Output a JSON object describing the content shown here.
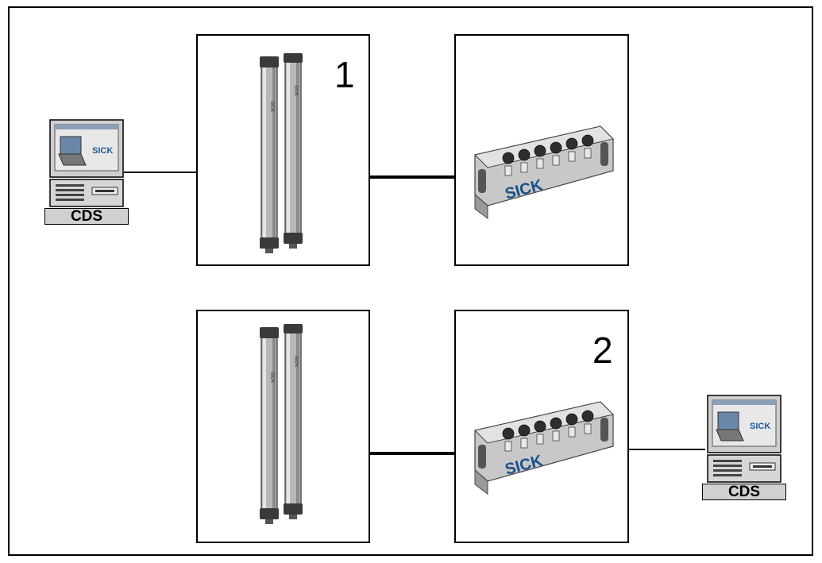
{
  "diagram": {
    "box1_number": "1",
    "box2_number": "2",
    "pc_label_left": "CDS",
    "pc_label_right": "CDS",
    "brand_text": "SICK",
    "colors": {
      "line": "#000000",
      "device_body": "#b8b8b8",
      "device_dark": "#3a3a3a",
      "pc_gray": "#cfcfcf"
    }
  }
}
